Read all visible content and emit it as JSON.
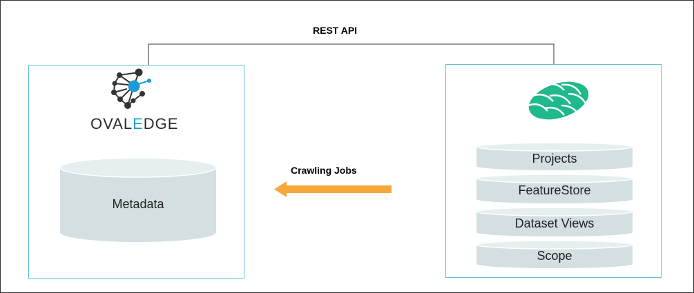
{
  "top_link": {
    "label": "REST API"
  },
  "arrow": {
    "label": "Crawling Jobs",
    "color": "#f7a83b"
  },
  "left_panel": {
    "logo_icon": "network-node-icon",
    "brand_prefix": "OVAL",
    "brand_accent": "E",
    "brand_suffix": "DGE",
    "brand_accent_color": "#1a9dd6",
    "database_label": "Metadata"
  },
  "right_panel": {
    "logo_icon": "hops-cone-icon",
    "logo_color": "#1fb98b",
    "layers": [
      "Projects",
      "FeatureStore",
      "Dataset Views",
      "Scope"
    ]
  },
  "colors": {
    "panel_border": "#5bc4d8",
    "cylinder_fill": "#d3dfe0",
    "cylinder_top": "#e6eeef"
  }
}
